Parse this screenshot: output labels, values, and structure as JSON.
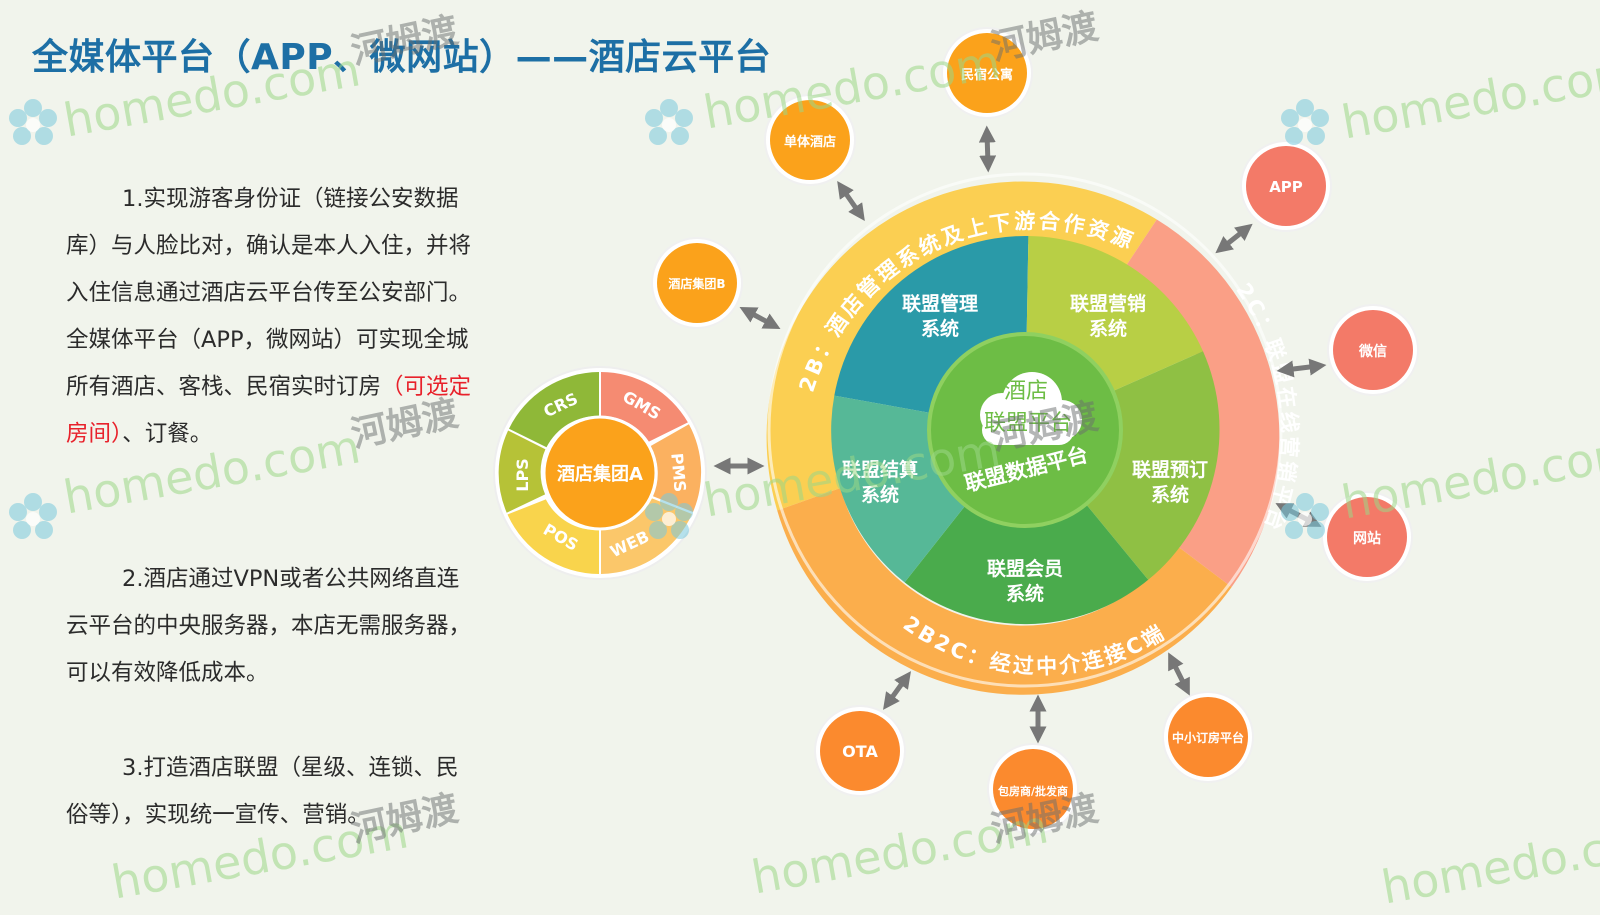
{
  "title": "全媒体平台（APP、微网站）——酒店云平台",
  "paragraphs": {
    "p1": {
      "text": "1.实现游客身份证（链接公安数据库）与人脸比对，确认是本人入住，并将入住信息通过酒店云平台传至公安部门。全媒体平台（APP，微网站）可实现全城所有酒店、客栈、民宿实时订房",
      "highlight": "（可选定房间）",
      "tail": "、订餐。"
    },
    "p2": {
      "text": "2.酒店通过VPN或者公共网络直连云平台的中央服务器，本店无需服务器，可以有效降低成本。"
    },
    "p3": {
      "text": "3.打造酒店联盟（星级、连锁、民俗等），实现统一宣传、营销。"
    }
  },
  "diagram": {
    "center_top": "酒店",
    "center_mid": "联盟平台",
    "center_bottom": "联盟数据平台",
    "segments": {
      "mgmt": [
        "联盟管理",
        "系统"
      ],
      "marketing": [
        "联盟营销",
        "系统"
      ],
      "booking": [
        "联盟预订",
        "系统"
      ],
      "member": [
        "联盟会员",
        "系统"
      ],
      "settle": [
        "联盟结算",
        "系统"
      ]
    },
    "ring": {
      "top": "2B：酒店管理系统及上下游合作资源",
      "right": "2C：联盟在线营销平台",
      "bottom": "2B2C：经过中介连接C端"
    },
    "group_a": {
      "center": "酒店集团A",
      "modules": [
        "CRS",
        "GMS",
        "PMS",
        "WEB",
        "POS",
        "LPS"
      ]
    },
    "nodes": {
      "minsu": "民宿公寓",
      "danti": "单体酒店",
      "groupb": "酒店集团B",
      "app": "APP",
      "weixin": "微信",
      "wangzhan": "网站",
      "ota": "OTA",
      "baofang": "包房商/批发商",
      "zhongxiao": "中小订房平台"
    },
    "colors": {
      "teal": "#2a9aa8",
      "lime": "#b8cf45",
      "green": "#8fc044",
      "member": "#4aab4c",
      "settle": "#56b897",
      "ring_yellow": "#fbcf52",
      "ring_pink": "#fa9f86",
      "ring_orange": "#fbae4c",
      "node_orange": "#fba21b",
      "node_pink": "#f37a68",
      "title_blue": "#1d6fa5"
    }
  },
  "watermarks": {
    "latin": "homedo.com",
    "cn": "河姆渡"
  }
}
